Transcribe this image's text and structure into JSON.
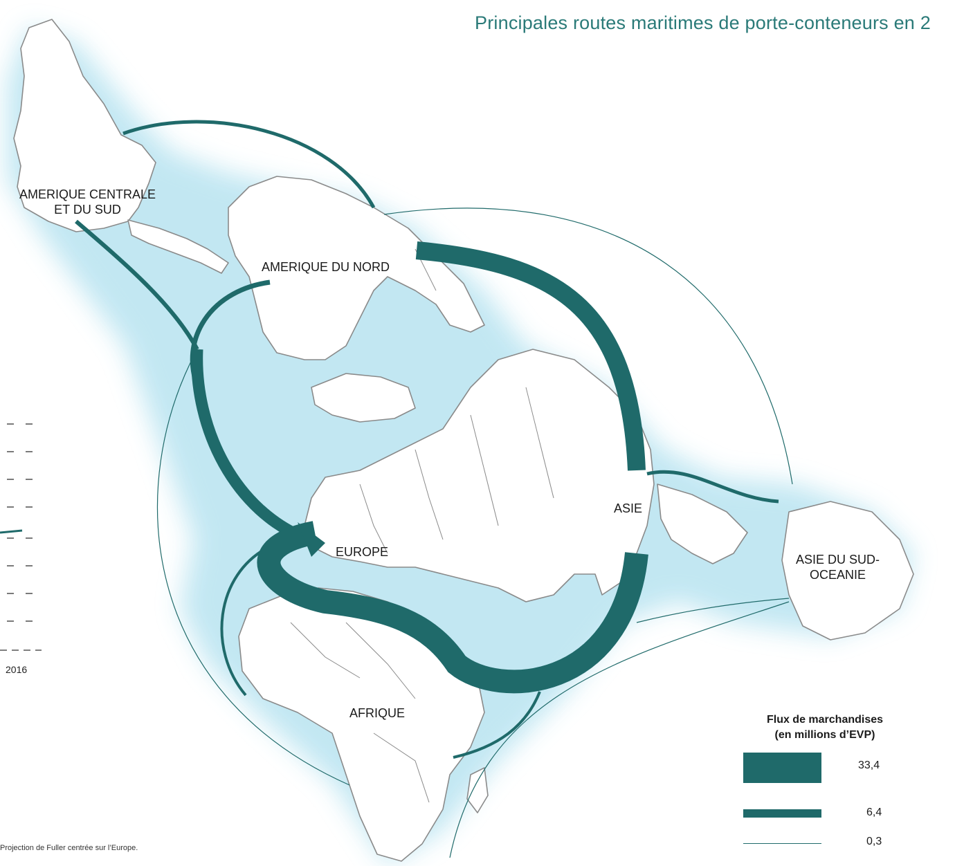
{
  "title": "Principales routes maritimes de porte-conteneurs en 2",
  "regions": {
    "amerique_centrale_1": "AMERIQUE CENTRALE",
    "amerique_centrale_2": "ET DU SUD",
    "amerique_nord": "AMERIQUE DU NORD",
    "europe": "EUROPE",
    "asie": "ASIE",
    "asie_sud_1": "ASIE DU SUD-",
    "asie_sud_2": "OCEANIE",
    "afrique": "AFRIQUE"
  },
  "legend": {
    "title_line1": "Flux de marchandises",
    "title_line2": "(en millions d’EVP)",
    "items": [
      {
        "value": "33,4"
      },
      {
        "value": "6,4"
      },
      {
        "value": "0,3"
      }
    ]
  },
  "side_chart": {
    "year_label": "2016"
  },
  "footnote": "Projection de Fuller centrée sur l’Europe.",
  "colors": {
    "route": "#1f6a6a",
    "sea_glow": "#bfe6f2",
    "land_stroke": "#8a8a8a",
    "title": "#2a7a78"
  }
}
